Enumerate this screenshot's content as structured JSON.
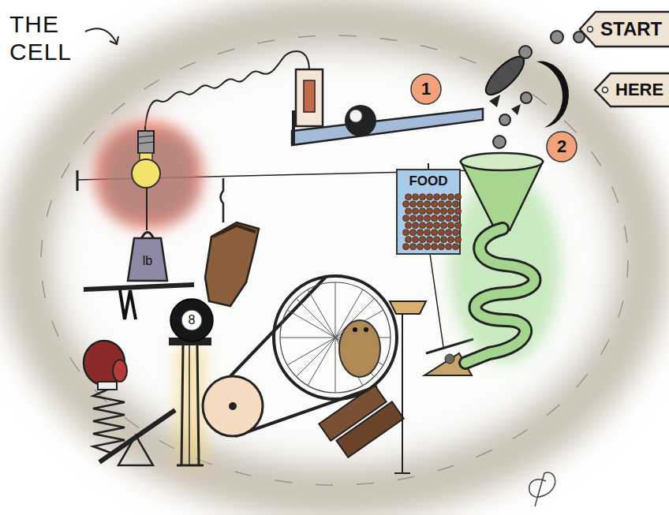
{
  "diagram": {
    "title": "THE CELL",
    "nodes": [
      {
        "text": [
          "START"
        ]
      },
      {
        "text": [
          "HERE"
        ]
      },
      {
        "text": [
          "1"
        ]
      },
      {
        "text": [
          "2"
        ]
      },
      {
        "text": [
          "FOOD"
        ]
      },
      {
        "text": [
          "lb"
        ]
      },
      {
        "text": [
          "8"
        ]
      }
    ]
  }
}
